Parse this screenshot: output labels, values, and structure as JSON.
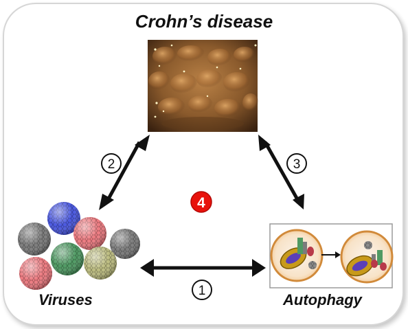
{
  "title": "Crohn’s disease",
  "labels": {
    "viruses": "Viruses",
    "autophagy": "Autophagy"
  },
  "numbers": {
    "one": "1",
    "two": "2",
    "three": "3",
    "four": "4"
  },
  "colors": {
    "frame_border": "#d6d6d6",
    "arrow": "#111111",
    "badge_red": "#e8120c",
    "virus_blue": "#4a58e0",
    "virus_pink": "#ec7a80",
    "virus_grey": "#7c7c7c",
    "virus_green": "#4f9a63",
    "virus_olive": "#bcbc80",
    "cell_fill": "#f6c98f",
    "cell_border": "#d18a3a",
    "mucosa": "#8a5a2c"
  },
  "icons": {
    "endoscopy_image": "crohns-endoscopy-image",
    "virus_particle": "virus-particle-icon",
    "autophagy_cell": "autophagy-cell-illustration"
  }
}
